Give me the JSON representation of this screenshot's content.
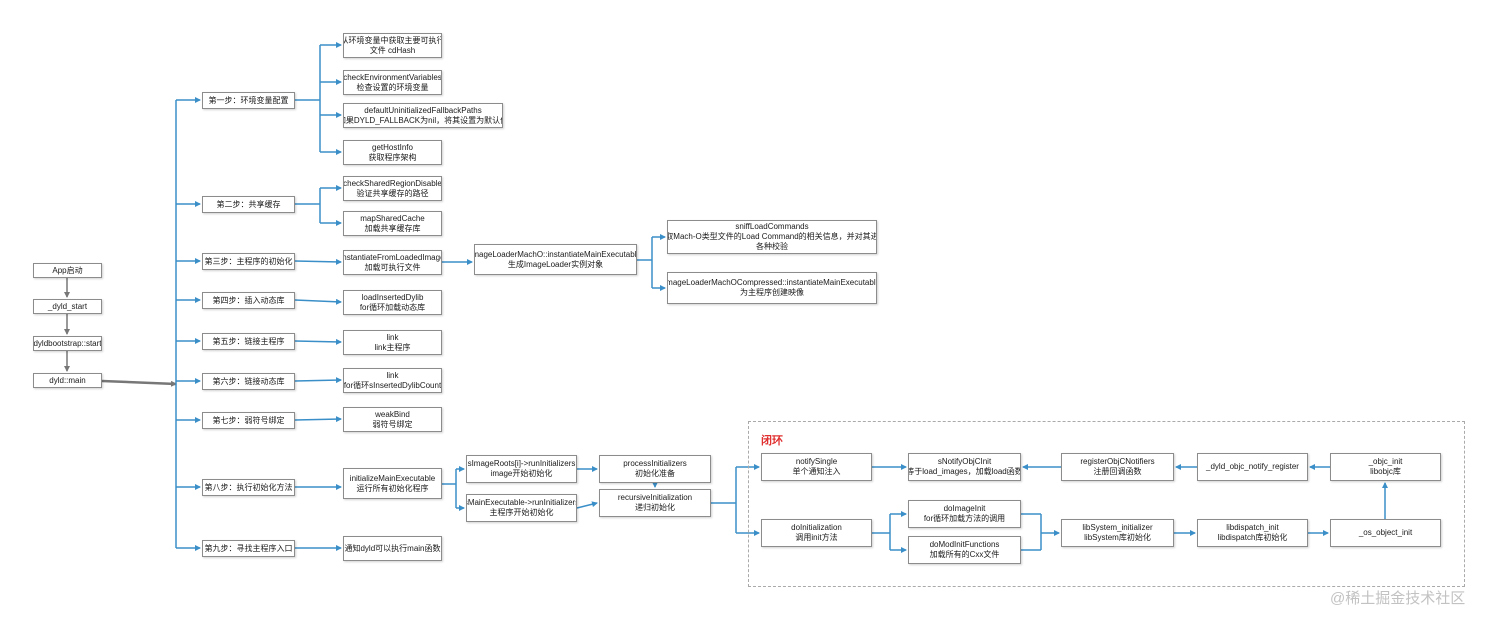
{
  "colors": {
    "edge": "#3b8fc8",
    "main_edge": "#777777",
    "group_title": "#e03030"
  },
  "nodes": {
    "app": {
      "lines": [
        "App启动"
      ]
    },
    "dyld_start": {
      "lines": [
        "_dyld_start"
      ]
    },
    "bootstrap": {
      "lines": [
        "dyldbootstrap::start"
      ]
    },
    "dyld_main": {
      "lines": [
        "dyld::main"
      ]
    },
    "s1": {
      "lines": [
        "第一步：环境变量配置"
      ]
    },
    "s2": {
      "lines": [
        "第二步：共享缓存"
      ]
    },
    "s3": {
      "lines": [
        "第三步：主程序的初始化"
      ]
    },
    "s4": {
      "lines": [
        "第四步：插入动态库"
      ]
    },
    "s5": {
      "lines": [
        "第五步：链接主程序"
      ]
    },
    "s6": {
      "lines": [
        "第六步：链接动态库"
      ]
    },
    "s7": {
      "lines": [
        "第七步：弱符号绑定"
      ]
    },
    "s8": {
      "lines": [
        "第八步：执行初始化方法"
      ]
    },
    "s9": {
      "lines": [
        "第九步：寻找主程序入口"
      ]
    },
    "env1": {
      "lines": [
        "从环境变量中获取主要可执行",
        "文件 cdHash"
      ]
    },
    "env2": {
      "lines": [
        "checkEnvironmentVariables",
        "检查设置的环境变量"
      ]
    },
    "env3": {
      "lines": [
        "defaultUninitializedFallbackPaths",
        "如果DYLD_FALLBACK为nil，将其设置为默认值"
      ]
    },
    "env4": {
      "lines": [
        "getHostInfo",
        "获取程序架构"
      ]
    },
    "sh1": {
      "lines": [
        "checkSharedRegionDisable",
        "验证共享缓存的路径"
      ]
    },
    "sh2": {
      "lines": [
        "mapSharedCache",
        "加载共享缓存库"
      ]
    },
    "inst": {
      "lines": [
        "instantiateFromLoadedImage",
        "加载可执行文件"
      ]
    },
    "ilm": {
      "lines": [
        "ImageLoaderMachO::instantiateMainExecutable",
        "生成ImageLoader实例对象"
      ]
    },
    "sniff": {
      "lines": [
        "sniffLoadCommands",
        "获取Mach-O类型文件的Load Command的相关信息，并对其进行",
        "各种校验"
      ]
    },
    "ilmc": {
      "lines": [
        "ImageLoaderMachOCompressed::instantiateMainExecutable",
        "为主程序创建映像"
      ]
    },
    "lid": {
      "lines": [
        "loadInsertedDylib",
        "for循环加载动态库"
      ]
    },
    "link1": {
      "lines": [
        "link",
        "link主程序"
      ]
    },
    "link2": {
      "lines": [
        "link",
        "for循环sInsertedDylibCount"
      ]
    },
    "weak": {
      "lines": [
        "weakBind",
        "弱符号绑定"
      ]
    },
    "ime": {
      "lines": [
        "initializeMainExecutable",
        "运行所有初始化程序"
      ]
    },
    "sir": {
      "lines": [
        "sImageRoots[i]->runInitializers",
        "image开始初始化"
      ]
    },
    "smr": {
      "lines": [
        "sMainExecutable->runInitializers",
        "主程序开始初始化"
      ]
    },
    "pi": {
      "lines": [
        "processInitializers",
        "初始化准备"
      ]
    },
    "ri": {
      "lines": [
        "recursiveInitialization",
        "递归初始化"
      ]
    },
    "ns": {
      "lines": [
        "notifySingle",
        "单个通知注入"
      ]
    },
    "dinit": {
      "lines": [
        "doInitialization",
        "调用init方法"
      ]
    },
    "snoc": {
      "lines": [
        "sNotifyObjCInit",
        "等于load_images，加载load函数"
      ]
    },
    "dii": {
      "lines": [
        "doImageInit",
        "for循环加载方法的调用"
      ]
    },
    "dmif": {
      "lines": [
        "doModInitFunctions",
        "加载所有的Cxx文件"
      ]
    },
    "rocn": {
      "lines": [
        "registerObjCNotifiers",
        "注册回调函数"
      ]
    },
    "dyldreg": {
      "lines": [
        "_dyld_objc_notify_register"
      ]
    },
    "objc": {
      "lines": [
        "_objc_init",
        "libobjc库"
      ]
    },
    "lsi": {
      "lines": [
        "libSystem_initializer",
        "libSystem库初始化"
      ]
    },
    "ldi": {
      "lines": [
        "libdispatch_init",
        "libdispatch库初始化"
      ]
    },
    "osi": {
      "lines": [
        "_os_object_init"
      ]
    },
    "entry": {
      "lines": [
        "通知dyld可以执行main函数"
      ]
    }
  },
  "group": {
    "title": "闭环"
  },
  "watermark": "@稀土掘金技术社区"
}
